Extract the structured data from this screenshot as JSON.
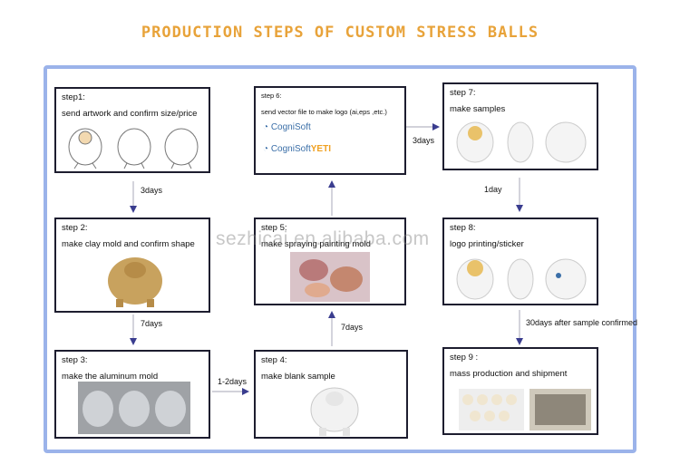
{
  "title": "PRODUCTION STEPS OF CUSTOM STRESS BALLS",
  "watermark": "sezhicai.en.alibaba.com",
  "steps": [
    {
      "head": "step1:",
      "desc": "send artwork and confirm size/price"
    },
    {
      "head": "step 2:",
      "desc": "make clay mold and confirm shape"
    },
    {
      "head": "step 3:",
      "desc": "make the aluminum mold"
    },
    {
      "head": "step 4:",
      "desc": "make blank sample"
    },
    {
      "head": "step 5:",
      "desc": "make spraying painting mold"
    },
    {
      "head": "step 6:",
      "desc": "send vector file to make logo  (ai,eps ,etc.)"
    },
    {
      "head": "step 7:",
      "desc": "make samples"
    },
    {
      "head": "step 8:",
      "desc": "logo printing/sticker"
    },
    {
      "head": "step 9 :",
      "desc": "mass production and shipment"
    }
  ],
  "logo": {
    "brand": "CogniSoft",
    "brand2": "CogniSoft",
    "tag": "YETI"
  },
  "arrows": {
    "s1_s2": "3days",
    "s2_s3": "7days",
    "s3_s4": "1-2days",
    "s4_s5": "7days",
    "s6_s7": "3days",
    "s7_s8": "1day",
    "s8_s9": "30days after sample confirmed"
  },
  "colors": {
    "title": "#e8a33a",
    "frame": "#9bb3ea",
    "arrow": "#3a3d8f",
    "box_border": "#1d1d2f"
  }
}
